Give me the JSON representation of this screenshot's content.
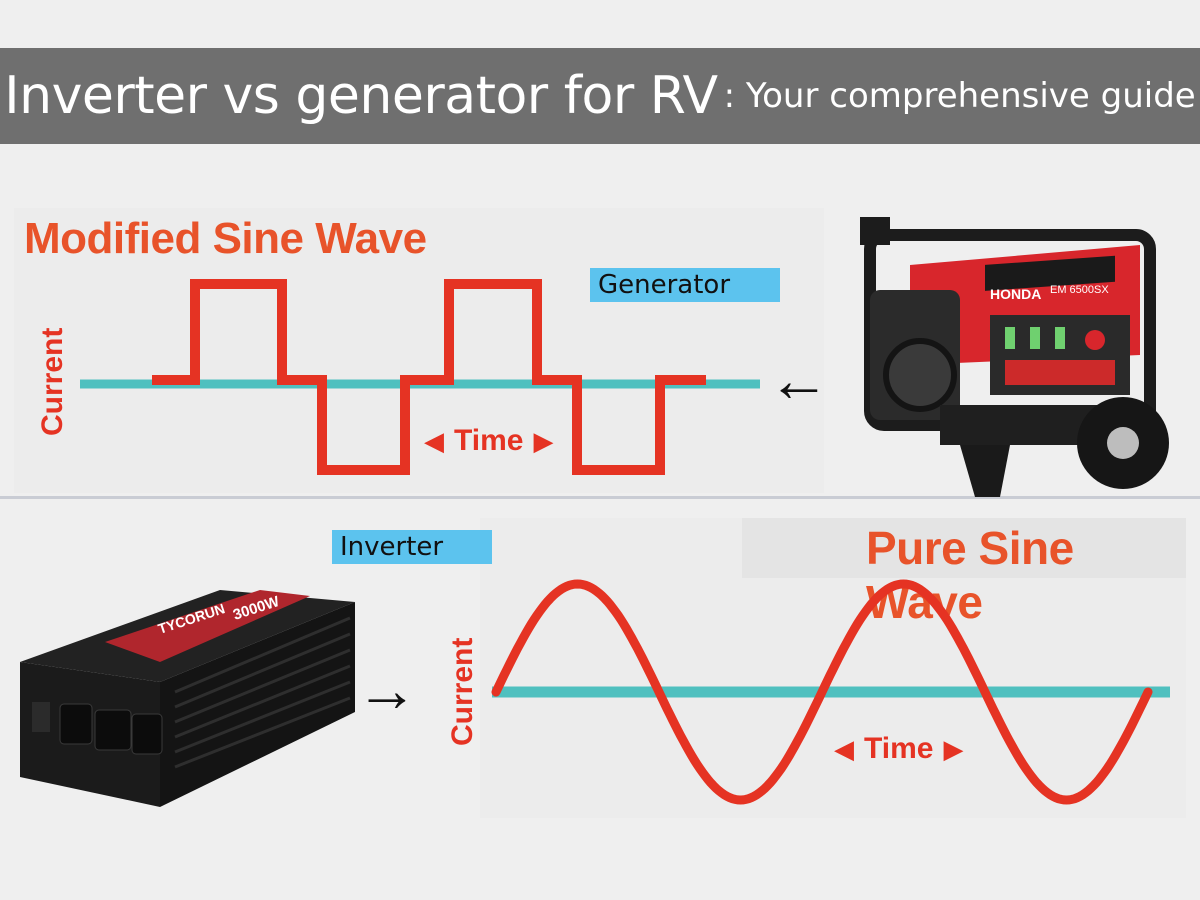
{
  "title": {
    "main": "Inverter vs generator for RV",
    "sub": ": Your comprehensive guide"
  },
  "top_section": {
    "heading": "Modified Sine Wave",
    "tag": "Generator",
    "axis_label": "Current",
    "time_label": "Time",
    "arrow_left": "←"
  },
  "bottom_section": {
    "heading": "Pure Sine Wave",
    "tag": "Inverter",
    "axis_label": "Current",
    "time_label": "Time",
    "arrow_right": "→"
  },
  "generator": {
    "brand": "HONDA",
    "model": "EM 6500SX"
  },
  "inverter": {
    "brand": "TYCORUN",
    "rating": "3000W"
  },
  "colors": {
    "wave": "#e53323",
    "baseline": "#4fc0bf",
    "heading": "#e8532a",
    "tag": "#5cc3ee",
    "title_bar": "#6f6f6f"
  }
}
